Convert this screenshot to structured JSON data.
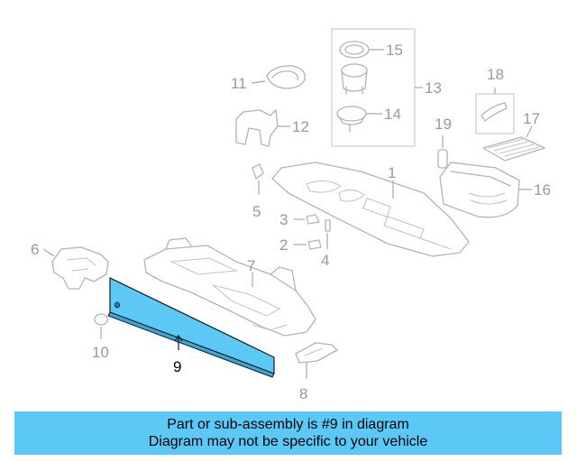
{
  "diagram": {
    "callouts": {
      "p1": "1",
      "p2": "2",
      "p3": "3",
      "p4": "4",
      "p5": "5",
      "p6": "6",
      "p7": "7",
      "p8": "8",
      "p9": "9",
      "p10": "10",
      "p11": "11",
      "p12": "12",
      "p13": "13",
      "p14": "14",
      "p15": "15",
      "p16": "16",
      "p17": "17",
      "p18": "18",
      "p19": "19"
    },
    "highlighted_part": "9",
    "highlight_color": "#5bc8f5",
    "line_color": "#b4b4b4"
  },
  "banner": {
    "line1": "Part or sub-assembly is #9 in diagram",
    "line2": "Diagram may not be specific to your vehicle",
    "background": "#5bc8f5"
  }
}
